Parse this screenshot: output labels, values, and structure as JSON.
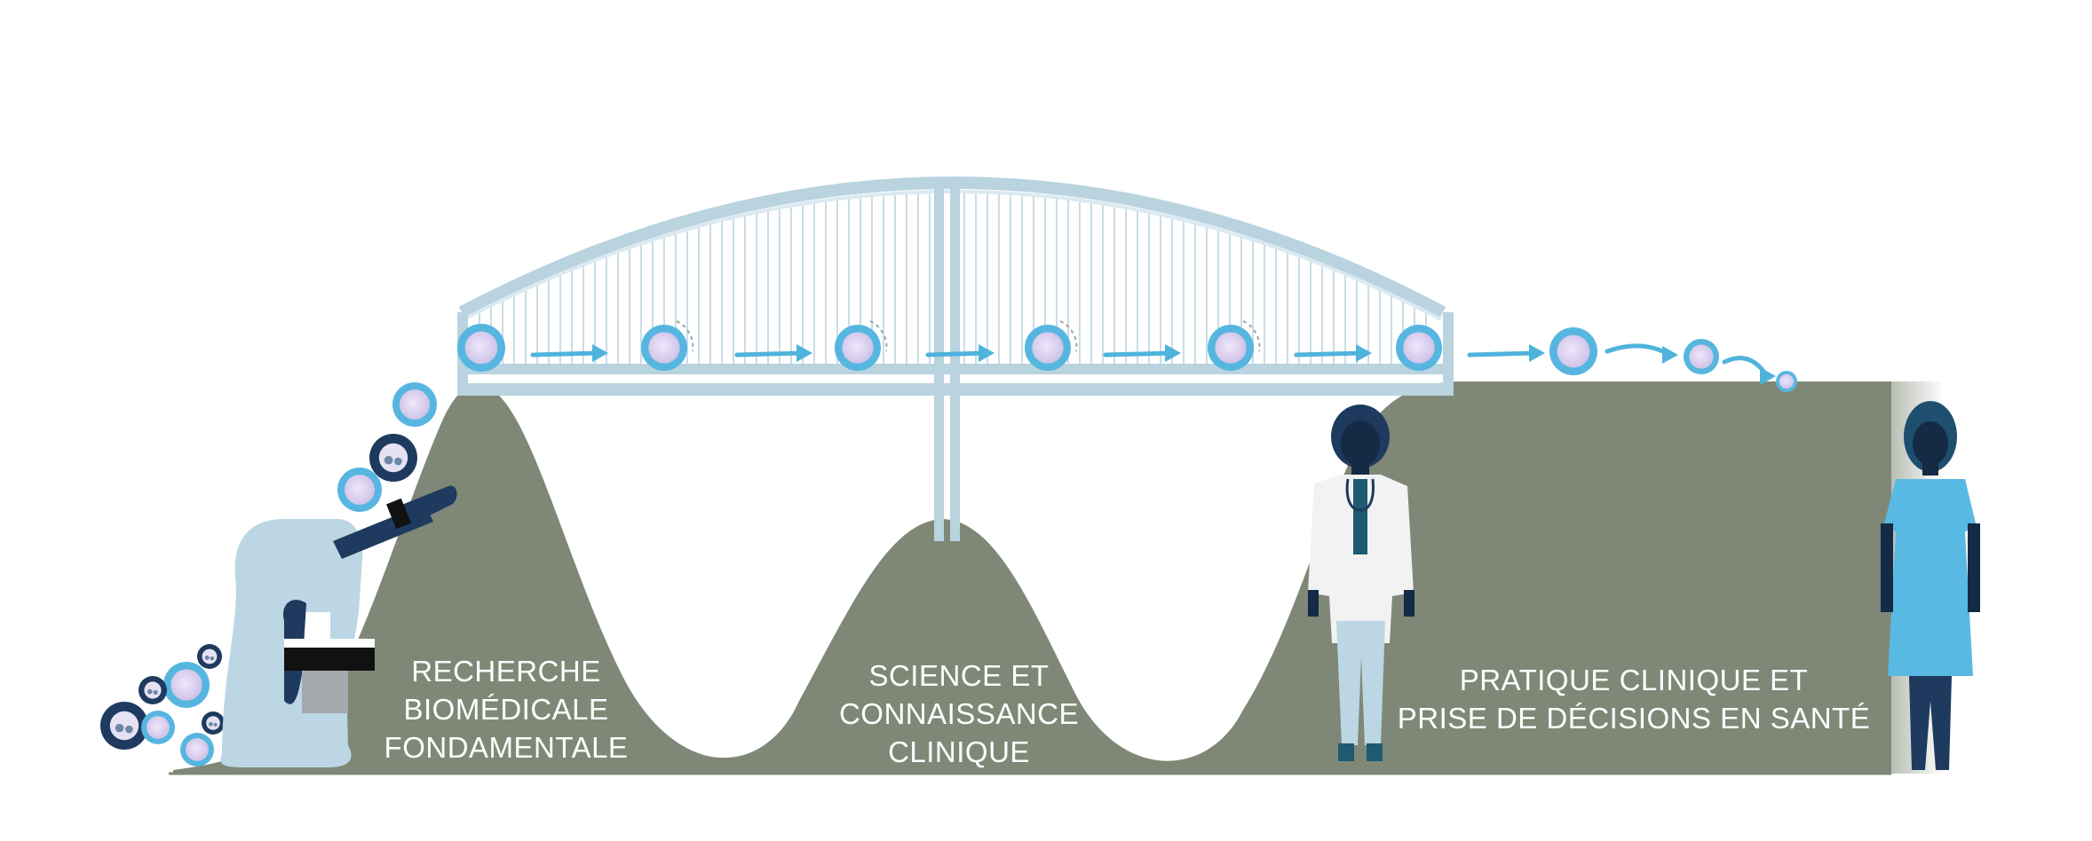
{
  "labels": {
    "research": [
      "RECHERCHE",
      "BIOMÉDICALE",
      "FONDAMENTALE"
    ],
    "science": [
      "SCIENCE ET",
      "CONNAISSANCE",
      "CLINIQUE"
    ],
    "practice": [
      "PRATIQUE CLINIQUE ET",
      "PRISE DE DÉCISIONS EN SANTÉ"
    ]
  },
  "colors": {
    "ground": "#7f8877",
    "bridge": "#b9d3df",
    "arrow": "#4fb3dc",
    "cell_ring": "#56b6e0",
    "cell_core": "#d8cdef",
    "navy": "#1e3a5f",
    "microscope": "#bcd6e3",
    "patient_gown": "#58b9e2"
  }
}
